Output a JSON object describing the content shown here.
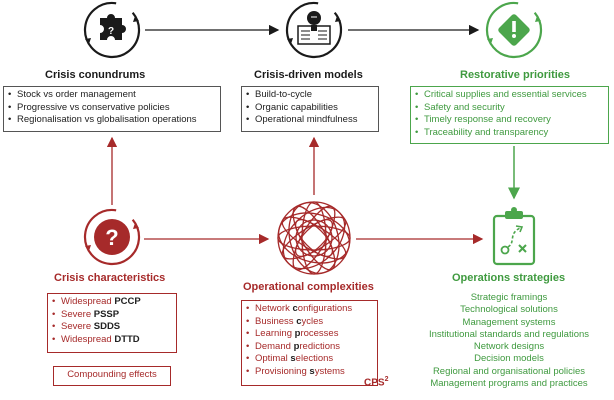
{
  "colors": {
    "black": "#1a1a1a",
    "red": "#a62a2a",
    "green": "#4ca64c",
    "box_border": "#555555"
  },
  "icons": {
    "crisis_conundrums": "puzzle-piece-icon",
    "crisis_driven_models": "lightbulb-document-icon",
    "restorative_priorities": "diamond-exclamation-icon",
    "crisis_characteristics": "question-mark-icon",
    "operational_complexities": "network-sphere-icon",
    "operations_strategies": "clipboard-strategy-icon"
  },
  "crisis_conundrums": {
    "title": "Crisis conundrums",
    "items": [
      "Stock vs order management",
      "Progressive vs conservative policies",
      "Regionalisation vs globalisation operations"
    ]
  },
  "crisis_driven_models": {
    "title": "Crisis-driven models",
    "items": [
      "Build-to-cycle",
      "Organic capabilities",
      "Operational mindfulness"
    ]
  },
  "restorative_priorities": {
    "title": "Restorative priorities",
    "items": [
      "Critical supplies and essential services",
      "Safety and security",
      "Timely response and recovery",
      "Traceability and transparency"
    ]
  },
  "crisis_characteristics": {
    "title": "Crisis characteristics",
    "items": [
      {
        "prefix": "Widespread ",
        "bold": "PCCP"
      },
      {
        "prefix": "Severe ",
        "bold": "PSSP"
      },
      {
        "prefix": "Severe ",
        "bold": "SDDS"
      },
      {
        "prefix": "Widespread ",
        "bold": "DTTD"
      }
    ],
    "compounding": "Compounding effects"
  },
  "operational_complexities": {
    "title": "Operational complexities",
    "items": [
      {
        "a": "Network ",
        "b": "c",
        "c": "onfigurations"
      },
      {
        "a": "Business ",
        "b": "c",
        "c": "ycles"
      },
      {
        "a": "Learning ",
        "b": "p",
        "c": "rocesses"
      },
      {
        "a": "Demand ",
        "b": "p",
        "c": "redictions"
      },
      {
        "a": "Optimal ",
        "b": "s",
        "c": "elections"
      },
      {
        "a": "Provisioning ",
        "b": "s",
        "c": "ystems"
      }
    ],
    "cps": "CPS",
    "cps_sup": "2"
  },
  "operations_strategies": {
    "title": "Operations strategies",
    "items": [
      "Strategic framings",
      "Technological solutions",
      "Management systems",
      "Institutional standards and regulations",
      "Network designs",
      "Decision models",
      "Regional and organisational policies",
      "Management programs and practices"
    ]
  }
}
